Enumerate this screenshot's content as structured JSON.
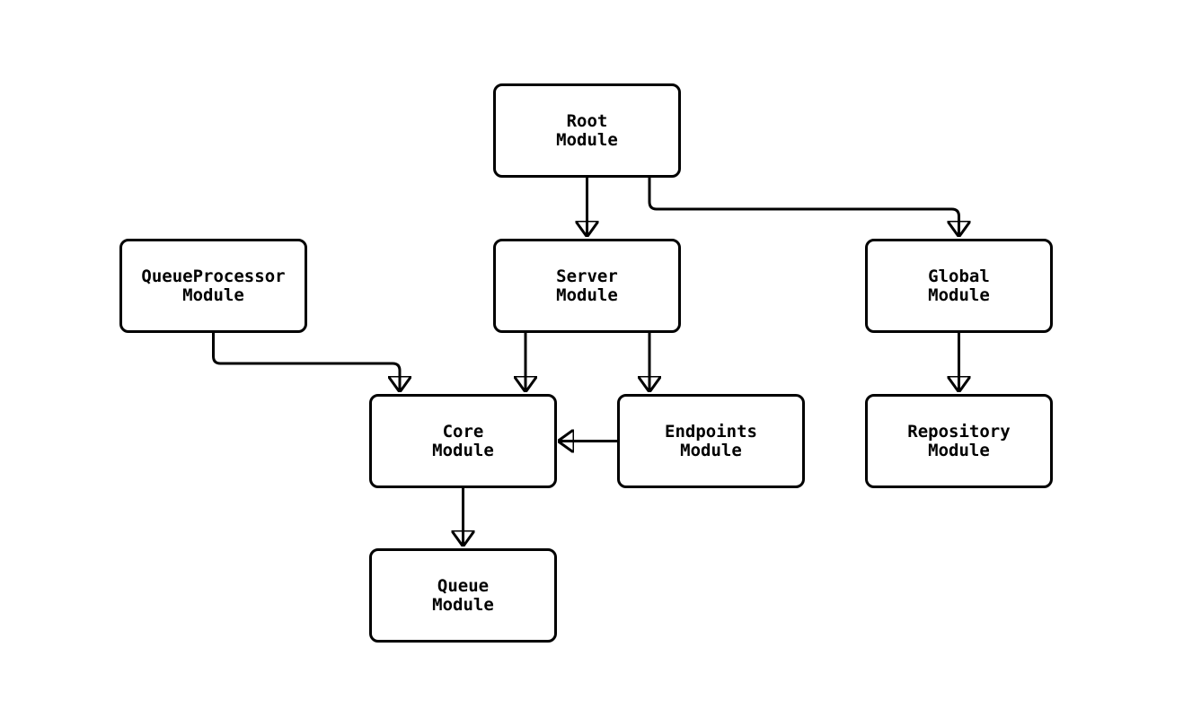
{
  "diagram": {
    "type": "flowchart",
    "colors": {
      "background": "#ffffff",
      "stroke": "#000000",
      "node_fill": "#ffffff"
    },
    "nodes": [
      {
        "id": "root",
        "lines": [
          "Root",
          "Module"
        ]
      },
      {
        "id": "queueprocessor",
        "lines": [
          "QueueProcessor",
          "Module"
        ]
      },
      {
        "id": "server",
        "lines": [
          "Server",
          "Module"
        ]
      },
      {
        "id": "global",
        "lines": [
          "Global",
          "Module"
        ]
      },
      {
        "id": "core",
        "lines": [
          "Core",
          "Module"
        ]
      },
      {
        "id": "endpoints",
        "lines": [
          "Endpoints",
          "Module"
        ]
      },
      {
        "id": "repository",
        "lines": [
          "Repository",
          "Module"
        ]
      },
      {
        "id": "queue",
        "lines": [
          "Queue",
          "Module"
        ]
      }
    ],
    "edges": [
      {
        "from": "root",
        "to": "server"
      },
      {
        "from": "root",
        "to": "global"
      },
      {
        "from": "queueprocessor",
        "to": "core"
      },
      {
        "from": "server",
        "to": "core"
      },
      {
        "from": "server",
        "to": "endpoints"
      },
      {
        "from": "endpoints",
        "to": "core"
      },
      {
        "from": "core",
        "to": "queue"
      },
      {
        "from": "global",
        "to": "repository"
      }
    ]
  }
}
